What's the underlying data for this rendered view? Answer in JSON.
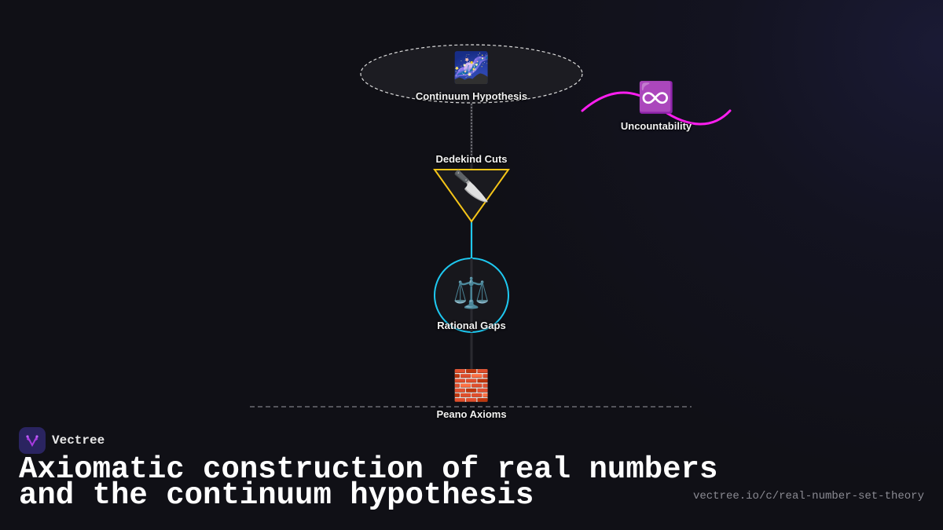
{
  "diagram": {
    "nodes": [
      {
        "id": "continuum_hypothesis",
        "label": "Continuum Hypothesis",
        "icon": "milky-way-icon",
        "emoji": "🌌",
        "shape": "dashed-ellipse"
      },
      {
        "id": "uncountability",
        "label": "Uncountability",
        "icon": "infinity-icon",
        "emoji": "♾️",
        "shape": "wave"
      },
      {
        "id": "dedekind_cuts",
        "label": "Dedekind Cuts",
        "icon": "knife-icon",
        "emoji": "🔪",
        "shape": "triangle"
      },
      {
        "id": "rational_gaps",
        "label": "Rational Gaps",
        "icon": "balance-scale-icon",
        "emoji": "⚖️",
        "shape": "circle"
      },
      {
        "id": "peano_axioms",
        "label": "Peano Axioms",
        "icon": "brick-icon",
        "emoji": "🧱",
        "shape": "baseline"
      }
    ],
    "colors": {
      "triangle_stroke": "#f5c518",
      "circle_stroke": "#1ec8f0",
      "wave_stroke": "#ff1ef0",
      "dashed": "#d0d0d0"
    }
  },
  "brand": {
    "name": "Vectree"
  },
  "title": {
    "line1": "Axiomatic construction of real numbers",
    "line2": "and the continuum hypothesis"
  },
  "url": "vectree.io/c/real-number-set-theory"
}
